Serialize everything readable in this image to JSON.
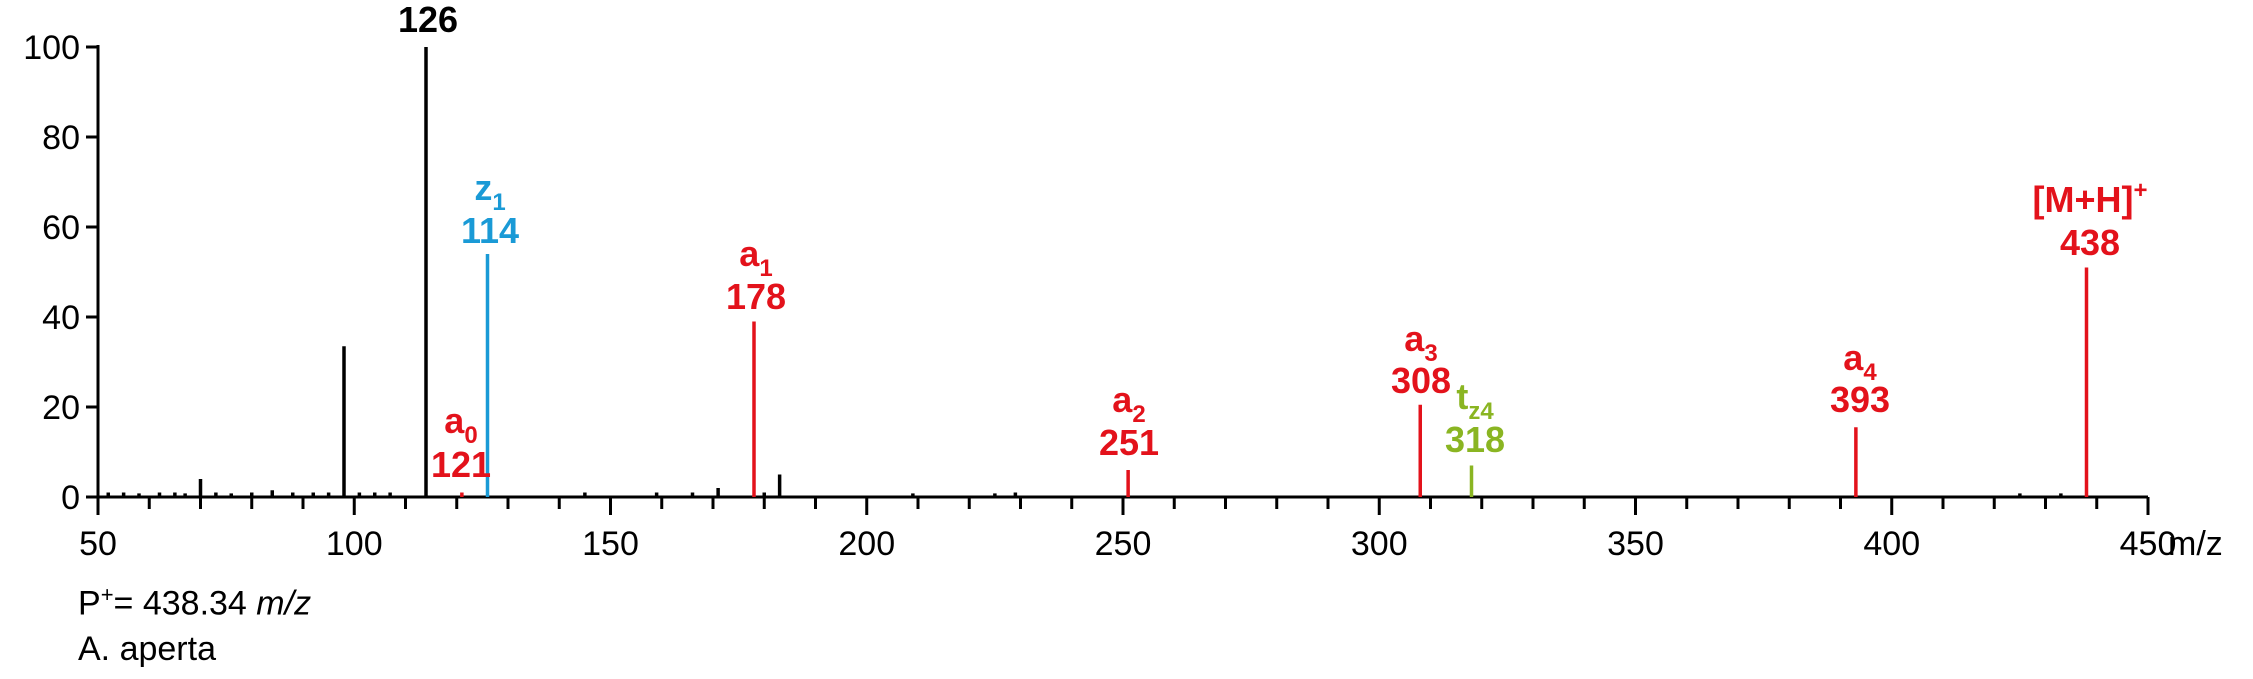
{
  "chart_data": {
    "type": "bar",
    "xlabel": "m/z",
    "ylabel": "",
    "xlim": [
      50,
      450
    ],
    "ylim": [
      0,
      100
    ],
    "x_ticks": [
      50,
      100,
      150,
      200,
      250,
      300,
      350,
      400,
      450
    ],
    "y_ticks": [
      0,
      20,
      40,
      60,
      80,
      100
    ],
    "labeled_peaks": [
      {
        "mz": 114,
        "intensity": 100,
        "label": "",
        "value": "126",
        "color": "#000000"
      },
      {
        "mz": 126,
        "intensity": 54,
        "label": "z",
        "sub": "1",
        "value": "114",
        "color": "#1a9ad6"
      },
      {
        "mz": 121,
        "intensity": 1,
        "label": "a",
        "sub": "0",
        "value": "121",
        "color": "#e3121b"
      },
      {
        "mz": 178,
        "intensity": 39,
        "label": "a",
        "sub": "1",
        "value": "178",
        "color": "#e3121b"
      },
      {
        "mz": 251,
        "intensity": 6,
        "label": "a",
        "sub": "2",
        "value": "251",
        "color": "#e3121b"
      },
      {
        "mz": 308,
        "intensity": 20.5,
        "label": "a",
        "sub": "3",
        "value": "308",
        "color": "#e3121b"
      },
      {
        "mz": 318,
        "intensity": 7,
        "label": "t",
        "sub": "z4",
        "value": "318",
        "color": "#8ab522"
      },
      {
        "mz": 393,
        "intensity": 15.5,
        "label": "a",
        "sub": "4",
        "value": "393",
        "color": "#e3121b"
      },
      {
        "mz": 438,
        "intensity": 51,
        "label": "[M+H]",
        "sup": "+",
        "value": "438",
        "color": "#e3121b"
      }
    ],
    "unlabeled_peaks": [
      {
        "mz": 98,
        "intensity": 33.5
      },
      {
        "mz": 70,
        "intensity": 4
      },
      {
        "mz": 183,
        "intensity": 5
      },
      {
        "mz": 171,
        "intensity": 2
      },
      {
        "mz": 84,
        "intensity": 1.5
      },
      {
        "mz": 52,
        "intensity": 1
      },
      {
        "mz": 55,
        "intensity": 1
      },
      {
        "mz": 58,
        "intensity": 0.8
      },
      {
        "mz": 62,
        "intensity": 1
      },
      {
        "mz": 65,
        "intensity": 1
      },
      {
        "mz": 67,
        "intensity": 0.8
      },
      {
        "mz": 73,
        "intensity": 1
      },
      {
        "mz": 76,
        "intensity": 0.8
      },
      {
        "mz": 80,
        "intensity": 1
      },
      {
        "mz": 88,
        "intensity": 1
      },
      {
        "mz": 92,
        "intensity": 1
      },
      {
        "mz": 95,
        "intensity": 1
      },
      {
        "mz": 101,
        "intensity": 1
      },
      {
        "mz": 104,
        "intensity": 1
      },
      {
        "mz": 107,
        "intensity": 1
      },
      {
        "mz": 145,
        "intensity": 1
      },
      {
        "mz": 159,
        "intensity": 1
      },
      {
        "mz": 166,
        "intensity": 1
      },
      {
        "mz": 180,
        "intensity": 1
      },
      {
        "mz": 209,
        "intensity": 0.8
      },
      {
        "mz": 225,
        "intensity": 0.8
      },
      {
        "mz": 229,
        "intensity": 1
      },
      {
        "mz": 425,
        "intensity": 0.8
      },
      {
        "mz": 433,
        "intensity": 0.8
      }
    ]
  },
  "notes": {
    "parent_prefix": "P",
    "parent_sup": "+",
    "parent_value": "= 438.34 ",
    "parent_unit": "m/z",
    "species": "A. aperta"
  }
}
